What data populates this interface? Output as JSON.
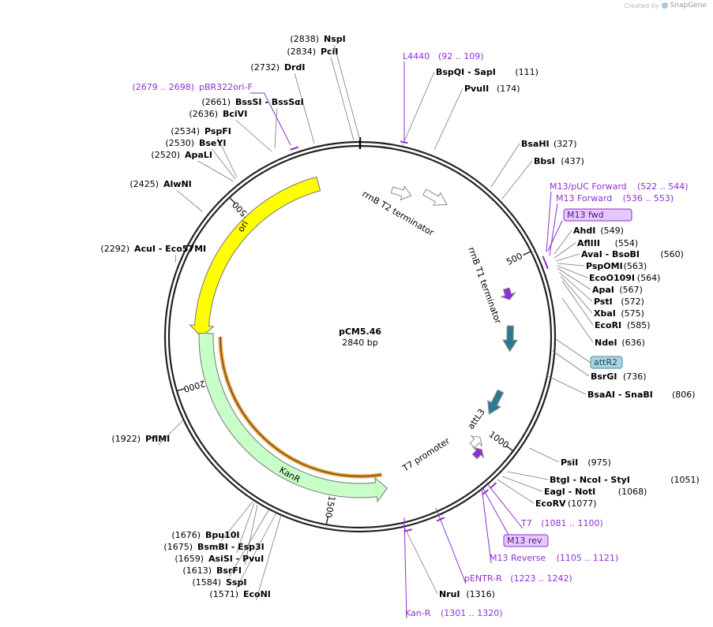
{
  "credit": {
    "prefix": "Created by",
    "brand": "SnapGene"
  },
  "plasmid": {
    "name": "pCM5.46",
    "length": 2840,
    "length_label": "2840 bp"
  },
  "ticks": [
    {
      "pos": 500,
      "label": "500"
    },
    {
      "pos": 1000,
      "label": "1000"
    },
    {
      "pos": 1500,
      "label": "1500"
    },
    {
      "pos": 2000,
      "label": "2000"
    },
    {
      "pos": 2500,
      "label": "2500"
    }
  ],
  "enzymes": [
    {
      "name": "NspI",
      "pos": 2838,
      "coord": "(2838)",
      "anchor": 2838,
      "side": "end"
    },
    {
      "name": "PciI",
      "pos": 2834,
      "coord": "(2834)",
      "anchor": 2834,
      "side": "end"
    },
    {
      "name": "DrdI",
      "pos": 2732,
      "coord": "(2732)",
      "anchor": 2732,
      "side": "end"
    },
    {
      "name": "BssSI  -  BssSαI",
      "pos": 2661,
      "coord": "(2661)",
      "anchor": 2661,
      "side": "end"
    },
    {
      "name": "BciVI",
      "pos": 2636,
      "coord": "(2636)",
      "anchor": 2636,
      "side": "end"
    },
    {
      "name": "PspFI",
      "pos": 2534,
      "coord": "(2534)",
      "anchor": 2534,
      "side": "end"
    },
    {
      "name": "BseYI",
      "pos": 2530,
      "coord": "(2530)",
      "anchor": 2530,
      "side": "end"
    },
    {
      "name": "ApaLI",
      "pos": 2520,
      "coord": "(2520)",
      "anchor": 2520,
      "side": "end"
    },
    {
      "name": "AlwNI",
      "pos": 2425,
      "coord": "(2425)",
      "anchor": 2425,
      "side": "end"
    },
    {
      "name": "AcuI  -  Eco57MI",
      "pos": 2292,
      "coord": "(2292)",
      "anchor": 2292,
      "side": "end"
    },
    {
      "name": "PflMI",
      "pos": 1922,
      "coord": "(1922)",
      "anchor": 1922,
      "side": "end"
    },
    {
      "name": "Bpu10I",
      "pos": 1676,
      "coord": "(1676)",
      "anchor": 1676,
      "side": "end"
    },
    {
      "name": "BsmBI  -  Esp3I",
      "pos": 1675,
      "coord": "(1675)",
      "anchor": 1675,
      "side": "end"
    },
    {
      "name": "AsiSI  -  PvuI",
      "pos": 1659,
      "coord": "(1659)",
      "anchor": 1659,
      "side": "end"
    },
    {
      "name": "BsrFI",
      "pos": 1613,
      "coord": "(1613)",
      "anchor": 1613,
      "side": "end"
    },
    {
      "name": "SspI",
      "pos": 1584,
      "coord": "(1584)",
      "anchor": 1584,
      "side": "end"
    },
    {
      "name": "EcoNI",
      "pos": 1571,
      "coord": "(1571)",
      "anchor": 1571,
      "side": "end"
    },
    {
      "name": "BspQI  -  SapI",
      "pos": 111,
      "coord": "(111)",
      "anchor": 111,
      "side": "start"
    },
    {
      "name": "PvuII",
      "pos": 174,
      "coord": "(174)",
      "anchor": 174,
      "side": "start"
    },
    {
      "name": "BsaHI",
      "pos": 327,
      "coord": "(327)",
      "anchor": 327,
      "side": "start"
    },
    {
      "name": "BbsI",
      "pos": 437,
      "coord": "(437)",
      "anchor": 437,
      "side": "start"
    },
    {
      "name": "AhdI",
      "pos": 549,
      "coord": "(549)",
      "anchor": 549,
      "side": "start"
    },
    {
      "name": "AflIII",
      "pos": 554,
      "coord": "(554)",
      "anchor": 554,
      "side": "start"
    },
    {
      "name": "AvaI  -  BsoBI",
      "pos": 560,
      "coord": "(560)",
      "anchor": 560,
      "side": "start"
    },
    {
      "name": "PspOMI",
      "pos": 563,
      "coord": "(563)",
      "anchor": 563,
      "side": "start"
    },
    {
      "name": "EcoO109I",
      "pos": 564,
      "coord": "(564)",
      "anchor": 564,
      "side": "start"
    },
    {
      "name": "ApaI",
      "pos": 567,
      "coord": "(567)",
      "anchor": 567,
      "side": "start"
    },
    {
      "name": "PstI",
      "pos": 572,
      "coord": "(572)",
      "anchor": 572,
      "side": "start"
    },
    {
      "name": "XbaI",
      "pos": 575,
      "coord": "(575)",
      "anchor": 575,
      "side": "start"
    },
    {
      "name": "EcoRI",
      "pos": 585,
      "coord": "(585)",
      "anchor": 585,
      "side": "start"
    },
    {
      "name": "NdeI",
      "pos": 636,
      "coord": "(636)",
      "anchor": 636,
      "side": "start"
    },
    {
      "name": "BsrGI",
      "pos": 736,
      "coord": "(736)",
      "anchor": 736,
      "side": "start"
    },
    {
      "name": "BsaAI  -  SnaBI",
      "pos": 806,
      "coord": "(806)",
      "anchor": 806,
      "side": "start"
    },
    {
      "name": "PsiI",
      "pos": 975,
      "coord": "(975)",
      "anchor": 975,
      "side": "start"
    },
    {
      "name": "BtgI  -  NcoI  -  StyI",
      "pos": 1051,
      "coord": "(1051)",
      "anchor": 1051,
      "side": "start"
    },
    {
      "name": "EagI  -  NotI",
      "pos": 1068,
      "coord": "(1068)",
      "anchor": 1068,
      "side": "start"
    },
    {
      "name": "EcoRV",
      "pos": 1077,
      "coord": "(1077)",
      "anchor": 1077,
      "side": "start"
    },
    {
      "name": "NruI",
      "pos": 1316,
      "coord": "(1316)",
      "anchor": 1316,
      "side": "start"
    }
  ],
  "primers": [
    {
      "name": "L4440",
      "range": "(92 .. 109)",
      "start": 92,
      "end": 109,
      "side": "start"
    },
    {
      "name": "M13/pUC Forward",
      "range": "(522 .. 544)",
      "start": 522,
      "end": 544,
      "side": "start"
    },
    {
      "name": "M13 Forward",
      "range": "(536 .. 553)",
      "start": 536,
      "end": 553,
      "side": "start"
    },
    {
      "name": "T7",
      "range": "(1081 .. 1100)",
      "start": 1081,
      "end": 1100,
      "side": "start"
    },
    {
      "name": "M13 Reverse",
      "range": "(1105 .. 1121)",
      "start": 1105,
      "end": 1121,
      "side": "start"
    },
    {
      "name": "pENTR-R",
      "range": "(1223 .. 1242)",
      "start": 1223,
      "end": 1242,
      "side": "start"
    },
    {
      "name": "Kan-R",
      "range": "(1301 .. 1320)",
      "start": 1301,
      "end": 1320,
      "side": "start"
    },
    {
      "name": "pBR322ori-F",
      "range": "(2679 .. 2698)",
      "start": 2679,
      "end": 2698,
      "side": "end"
    }
  ],
  "boxed_labels": [
    {
      "text": "M13 fwd",
      "style": "primer"
    },
    {
      "text": "M13 rev",
      "style": "primer"
    },
    {
      "text": "attR2",
      "style": "site"
    }
  ],
  "features": [
    {
      "name": "ori",
      "start": 2720,
      "end": 2130,
      "direction": "reverse",
      "color": "#ffff00"
    },
    {
      "name": "KanR",
      "start": 2140,
      "end": 1340,
      "direction": "reverse",
      "color": "#c8ffc8"
    },
    {
      "name": "rrnB T2 terminator",
      "color": "#ffffff"
    },
    {
      "name": "rrnB T1 terminator",
      "color": "#ffffff"
    },
    {
      "name": "attL3",
      "color": "#2b7a8e"
    },
    {
      "name": "T7 promoter",
      "color": "#ffffff"
    }
  ],
  "colors": {
    "primer": "#8d2fd6",
    "site_box": "#a9d4e0",
    "primer_box": "#e6c8ff",
    "ori": "#ffff00",
    "kanr": "#c8ffc8",
    "orf_outline": "#e8a23a",
    "att": "#2b7a8e"
  }
}
